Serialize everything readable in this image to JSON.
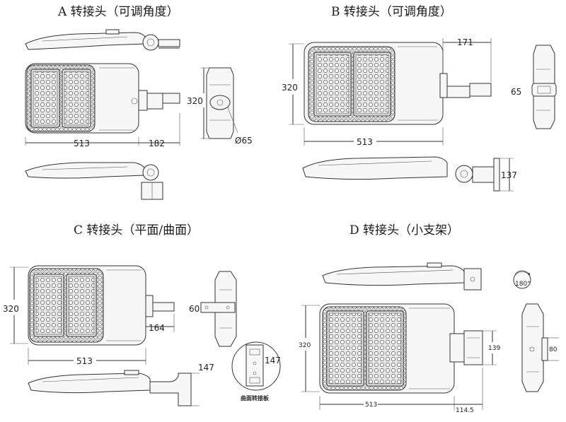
{
  "sections": {
    "A": {
      "title": "A 转接头（可调角度）",
      "dims": {
        "width": "513",
        "bracket": "182",
        "height": "320",
        "diameter": "Ø65"
      }
    },
    "B": {
      "title": "B 转接头（可调角度）",
      "dims": {
        "width": "513",
        "bracket": "171",
        "height": "320",
        "side": "65",
        "clamp": "137"
      }
    },
    "C": {
      "title": "C 转接头（平面/曲面）",
      "dims": {
        "width": "513",
        "bracket": "164",
        "height": "320",
        "side": "60",
        "plate": "147",
        "plate_detail": "147"
      },
      "caption": "曲面转接板"
    },
    "D": {
      "title": "D 转接头（小支架）",
      "dims": {
        "width": "513",
        "bracket": "114.5",
        "height": "320",
        "mount": "139",
        "side": "80",
        "rotation": "180°"
      }
    }
  }
}
